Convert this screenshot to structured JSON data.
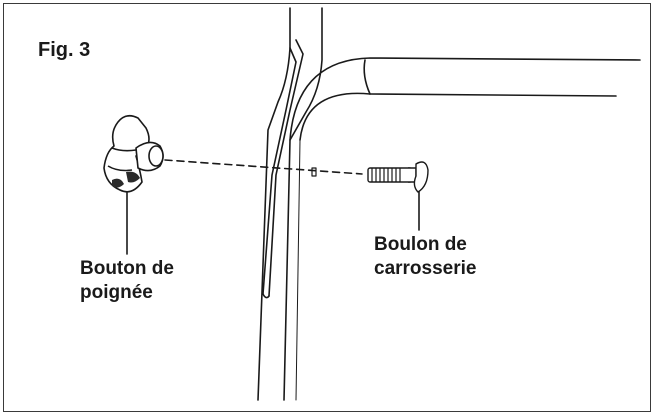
{
  "figure": {
    "title": "Fig. 3"
  },
  "callouts": {
    "knob": {
      "line1": "Bouton de",
      "line2": "poignée"
    },
    "bolt": {
      "line1": "Boulon de",
      "line2": "carrosserie"
    }
  },
  "colors": {
    "stroke": "#1a1a1a",
    "background": "#ffffff",
    "frame": "#3a3a3a"
  }
}
